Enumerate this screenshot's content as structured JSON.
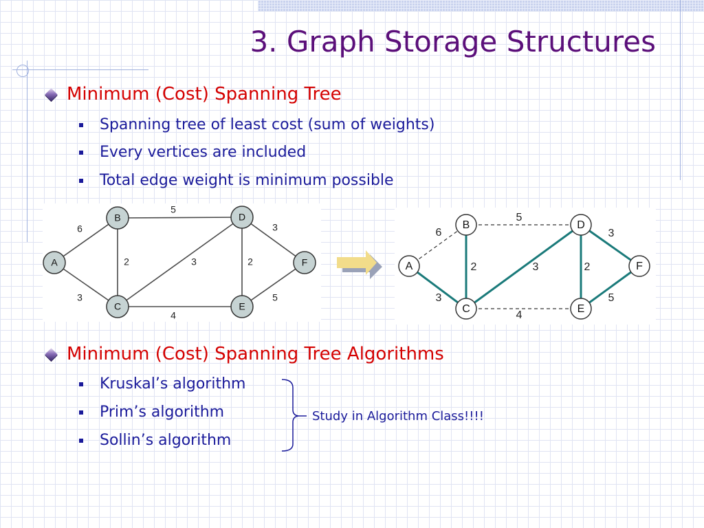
{
  "title": "3. Graph Storage Structures",
  "section1": {
    "heading": "Minimum (Cost) Spanning Tree",
    "items": [
      "Spanning tree of least cost (sum of weights)",
      "Every vertices are included",
      "Total edge weight is minimum possible"
    ]
  },
  "section2": {
    "heading": "Minimum (Cost) Spanning Tree Algorithms",
    "items": [
      "Kruskal’s algorithm",
      "Prim’s algorithm",
      "Sollin’s algorithm"
    ],
    "note": "Study in Algorithm Class!!!!"
  },
  "graph": {
    "nodes": [
      {
        "label": "A"
      },
      {
        "label": "B"
      },
      {
        "label": "C"
      },
      {
        "label": "D"
      },
      {
        "label": "E"
      },
      {
        "label": "F"
      }
    ],
    "edges": [
      {
        "from": "A",
        "to": "B",
        "weight": "6",
        "in_tree": false
      },
      {
        "from": "A",
        "to": "C",
        "weight": "3",
        "in_tree": true
      },
      {
        "from": "B",
        "to": "C",
        "weight": "2",
        "in_tree": true
      },
      {
        "from": "B",
        "to": "D",
        "weight": "5",
        "in_tree": false
      },
      {
        "from": "C",
        "to": "D",
        "weight": "3",
        "in_tree": true
      },
      {
        "from": "C",
        "to": "E",
        "weight": "4",
        "in_tree": false
      },
      {
        "from": "D",
        "to": "E",
        "weight": "2",
        "in_tree": true
      },
      {
        "from": "D",
        "to": "F",
        "weight": "3",
        "in_tree": true
      },
      {
        "from": "E",
        "to": "F",
        "weight": "5",
        "in_tree": true
      }
    ]
  },
  "colors": {
    "title": "#5b0f7a",
    "heading": "#d40000",
    "text": "#1a1a9a",
    "tree_edge": "#1a7a7a",
    "node_fill_left": "#c6d3d3",
    "arrow_front": "#f2dc8a",
    "arrow_back": "#9aa2b8"
  }
}
